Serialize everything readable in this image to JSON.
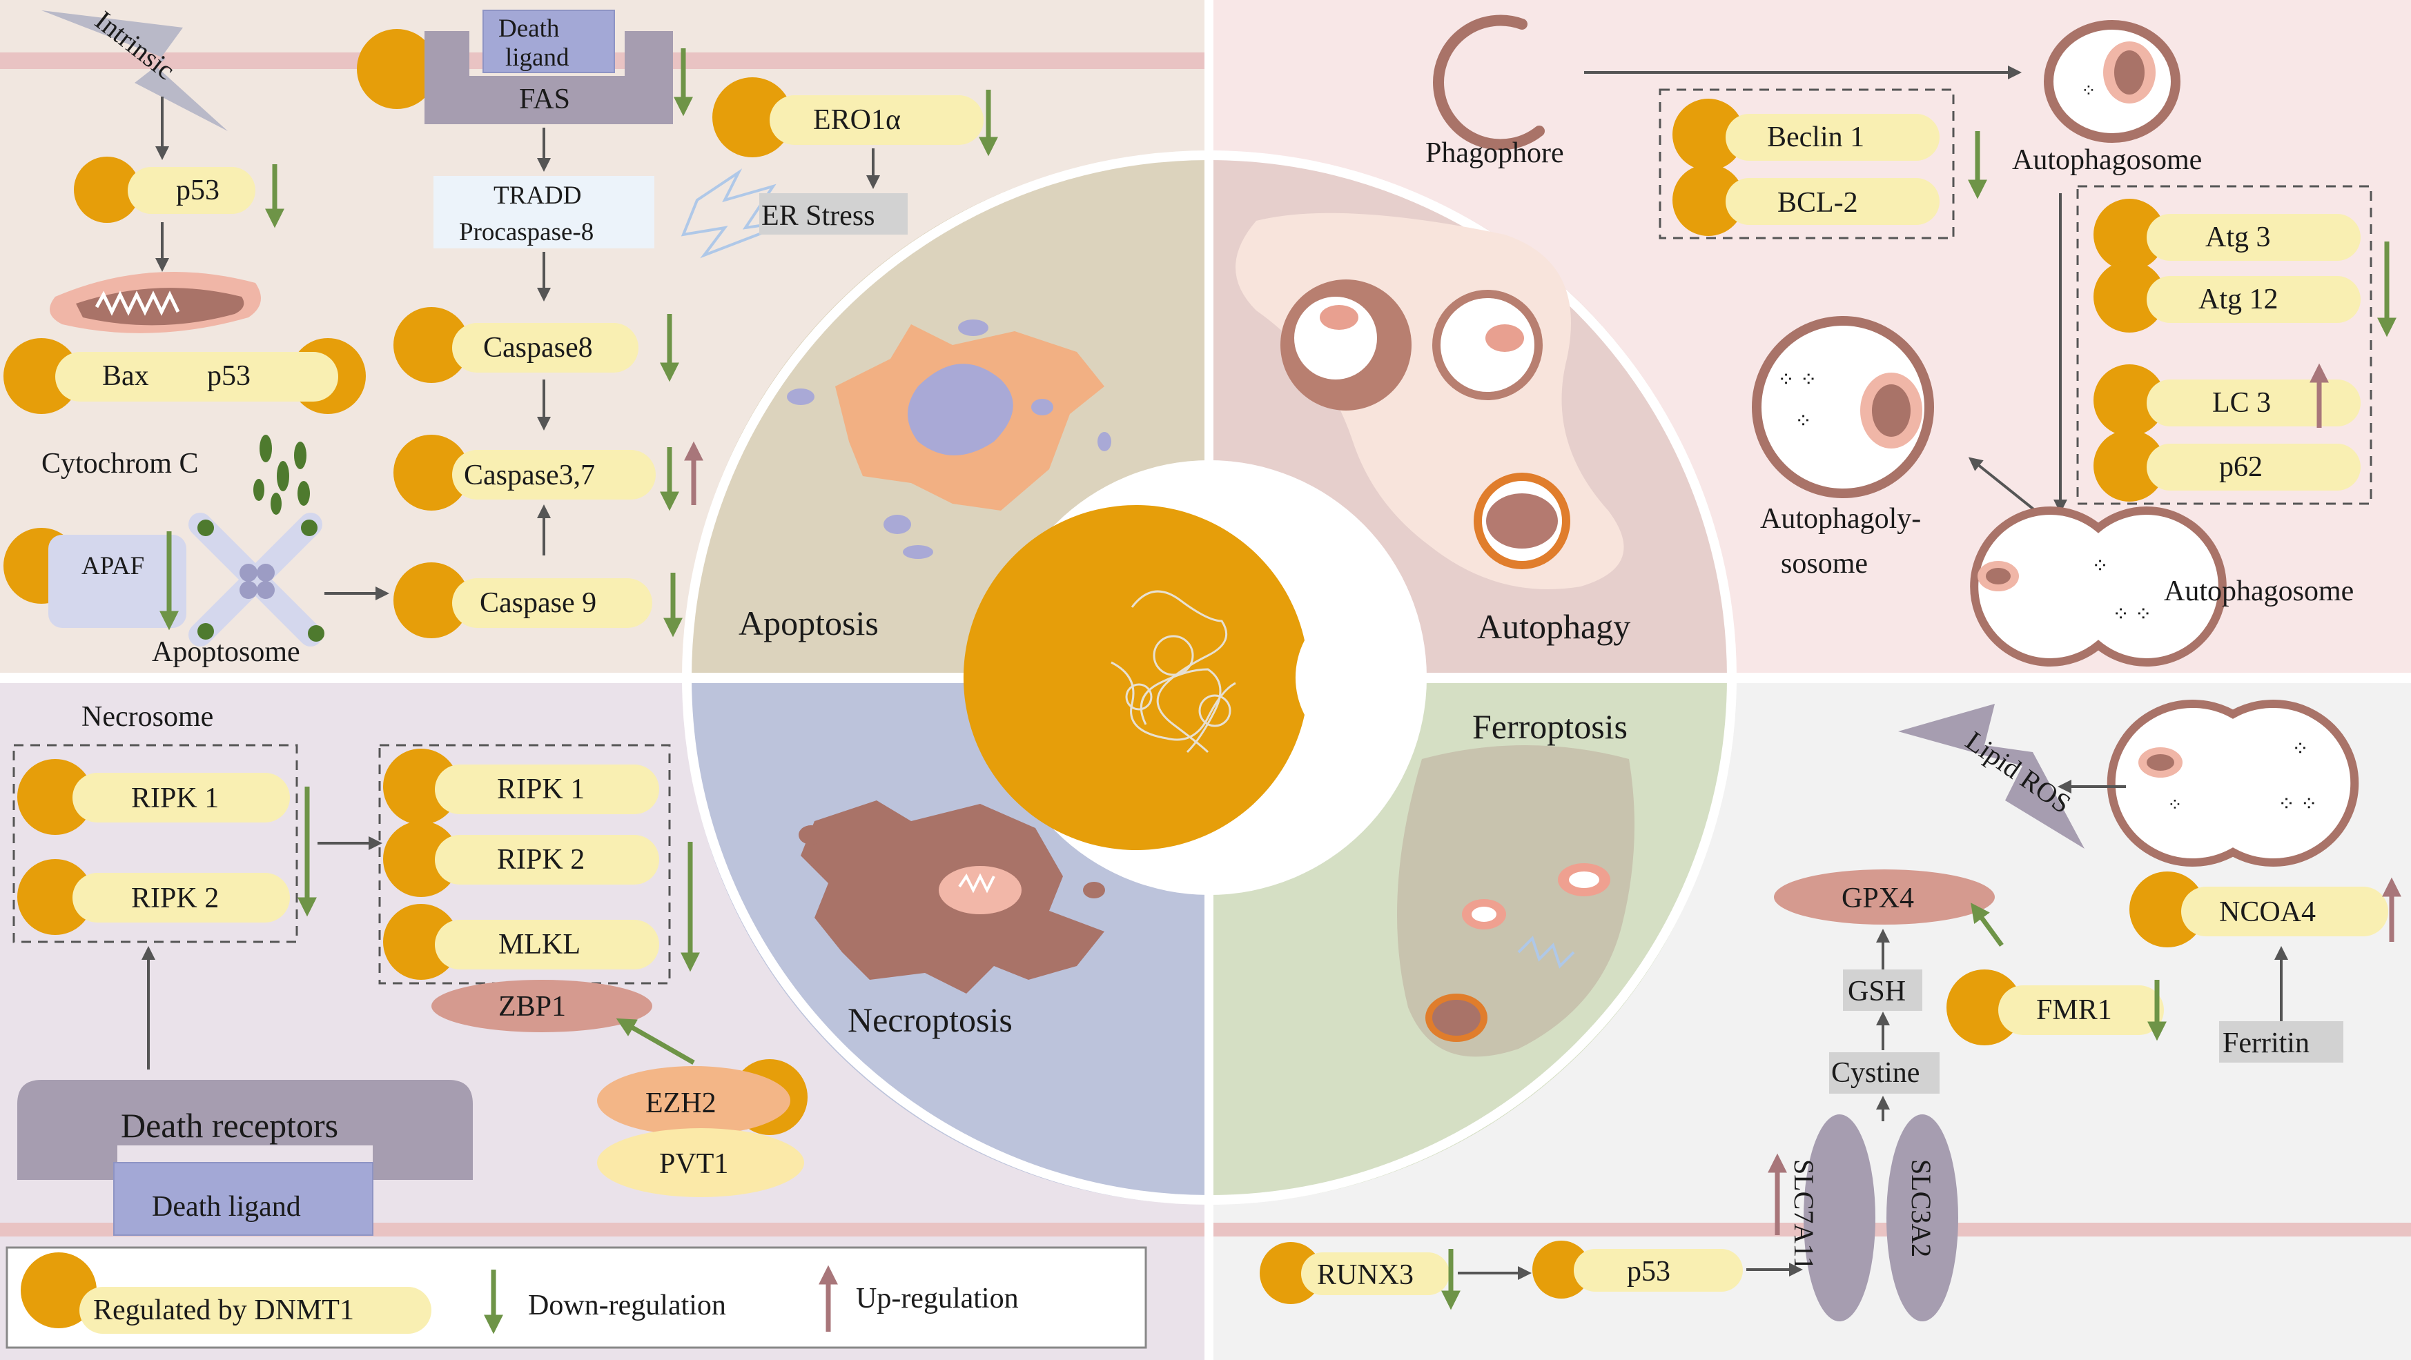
{
  "colors": {
    "dnmt1": "#E69E0A",
    "pill": "#F9EFB2",
    "down": "#6E9447",
    "up": "#A8767A",
    "apoptosis_bg": "#F1E7E0",
    "autophagy_bg": "#F8E7E7",
    "necroptosis_bg": "#EAE2EA",
    "ferroptosis_bg": "#F2F2F2"
  },
  "apoptosis": {
    "intrinsic": "Intrinsic",
    "p53": "p53",
    "bax": "Bax",
    "bax_p53": "p53",
    "cytochrome_c": "Cytochrom C",
    "apaf": "APAF",
    "apoptosome": "Apoptosome",
    "death_ligand": "Death ligand",
    "fas": "FAS",
    "tradd": "TRADD",
    "procaspase8": "Procaspase-8",
    "caspase8": "Caspase8",
    "caspase37": "Caspase3,7",
    "caspase9": "Caspase 9",
    "ero1a": "ERO1α",
    "er_stress": "ER Stress"
  },
  "autophagy": {
    "phagophore": "Phagophore",
    "beclin1": "Beclin 1",
    "bcl2": "BCL-2",
    "autophagosome_top": "Autophagosome",
    "atg3": "Atg 3",
    "atg12": "Atg 12",
    "lc3": "LC 3",
    "p62": "p62",
    "autophagolysosome_1": "Autophagoly-",
    "autophagolysosome_2": "sosome",
    "autophagosome_bottom": "Autophagosome"
  },
  "necroptosis": {
    "necrosome": "Necrosome",
    "ripk1_a": "RIPK 1",
    "ripk2_a": "RIPK 2",
    "ripk1_b": "RIPK 1",
    "ripk2_b": "RIPK 2",
    "mlkl": "MLKL",
    "zbp1": "ZBP1",
    "ezh2": "EZH2",
    "pvt1": "PVT1",
    "death_receptors": "Death receptors",
    "death_ligand": "Death ligand"
  },
  "ferroptosis": {
    "lipid_ros": "Lipid ROS",
    "gpx4": "GPX4",
    "gsh": "GSH",
    "fmr1": "FMR1",
    "ncoa4": "NCOA4",
    "ferritin": "Ferritin",
    "cystine": "Cystine",
    "slc7a11": "SLC7A11",
    "slc3a2": "SLC3A2",
    "runx3": "RUNX3",
    "p53": "p53"
  },
  "center": {
    "apoptosis": "Apoptosis",
    "autophagy": "Autophagy",
    "necroptosis": "Necroptosis",
    "ferroptosis": "Ferroptosis"
  },
  "legend": {
    "regulated": "Regulated by DNMT1",
    "down": "Down-regulation",
    "up": "Up-regulation"
  }
}
